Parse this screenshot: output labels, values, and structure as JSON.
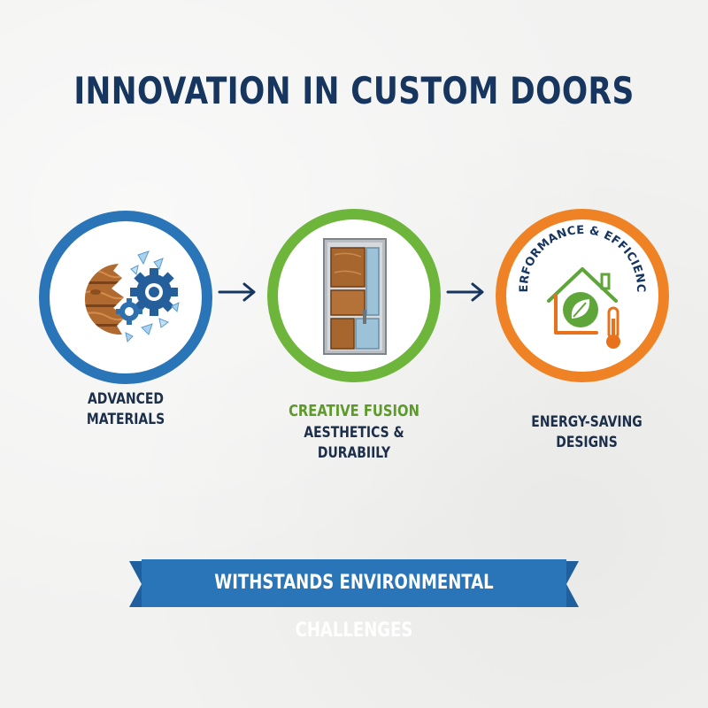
{
  "title": "INNOVATION IN CUSTOM DOORS",
  "steps": [
    {
      "label_line1": "ADVANCED",
      "label_line2": "MATERIALS",
      "icon": "wood-gear-icon",
      "ring_color": "#2a74b8"
    },
    {
      "label_title": "CREATIVE FUSION",
      "label_sub": "AESTHETICS & DURABIILY",
      "icon": "door-icon",
      "ring_color": "#6eb53c"
    },
    {
      "label": "ENERGY-SAVING DESIGNS",
      "arc_text": "PERFORMANCE & EFFICIENCY",
      "icon": "eco-house-icon",
      "ring_color": "#ee8224"
    }
  ],
  "banner": "WITHSTANDS ENVIRONMENTAL CHALLENGES",
  "colors": {
    "navy": "#16355f",
    "blue": "#2a74b8",
    "green": "#6eb53c",
    "orange": "#ee8224"
  }
}
